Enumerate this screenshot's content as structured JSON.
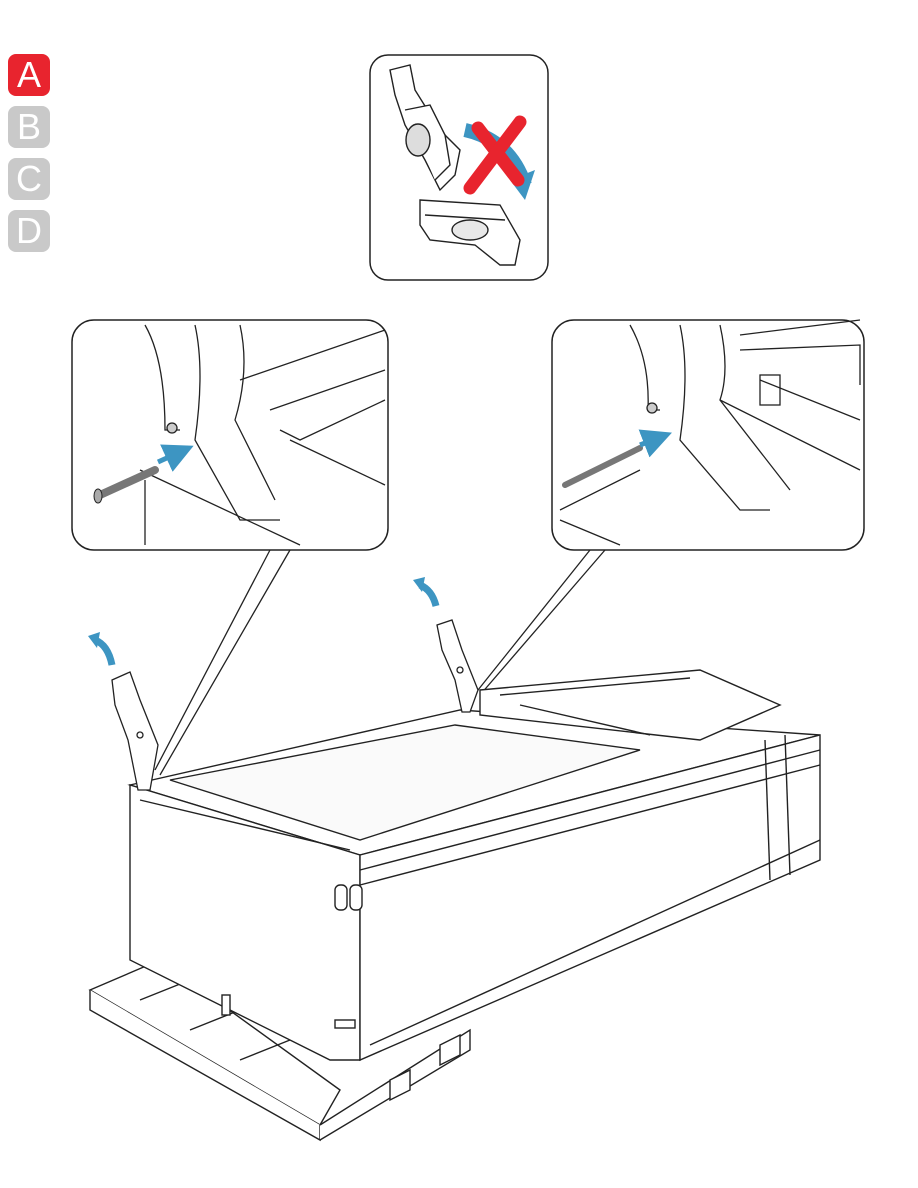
{
  "steps": [
    {
      "label": "A",
      "active": true
    },
    {
      "label": "B",
      "active": false
    },
    {
      "label": "C",
      "active": false
    },
    {
      "label": "D",
      "active": false
    }
  ],
  "colors": {
    "active_step": "#e8242e",
    "inactive_step": "#c9c9c9",
    "arrow": "#3d95c2",
    "cross": "#e8242e",
    "line": "#222222"
  },
  "icons": [
    "hinge-icon",
    "rotate-arrow-icon",
    "do-not-cross-icon",
    "pin-icon",
    "pallet-icon",
    "container-box-icon"
  ]
}
